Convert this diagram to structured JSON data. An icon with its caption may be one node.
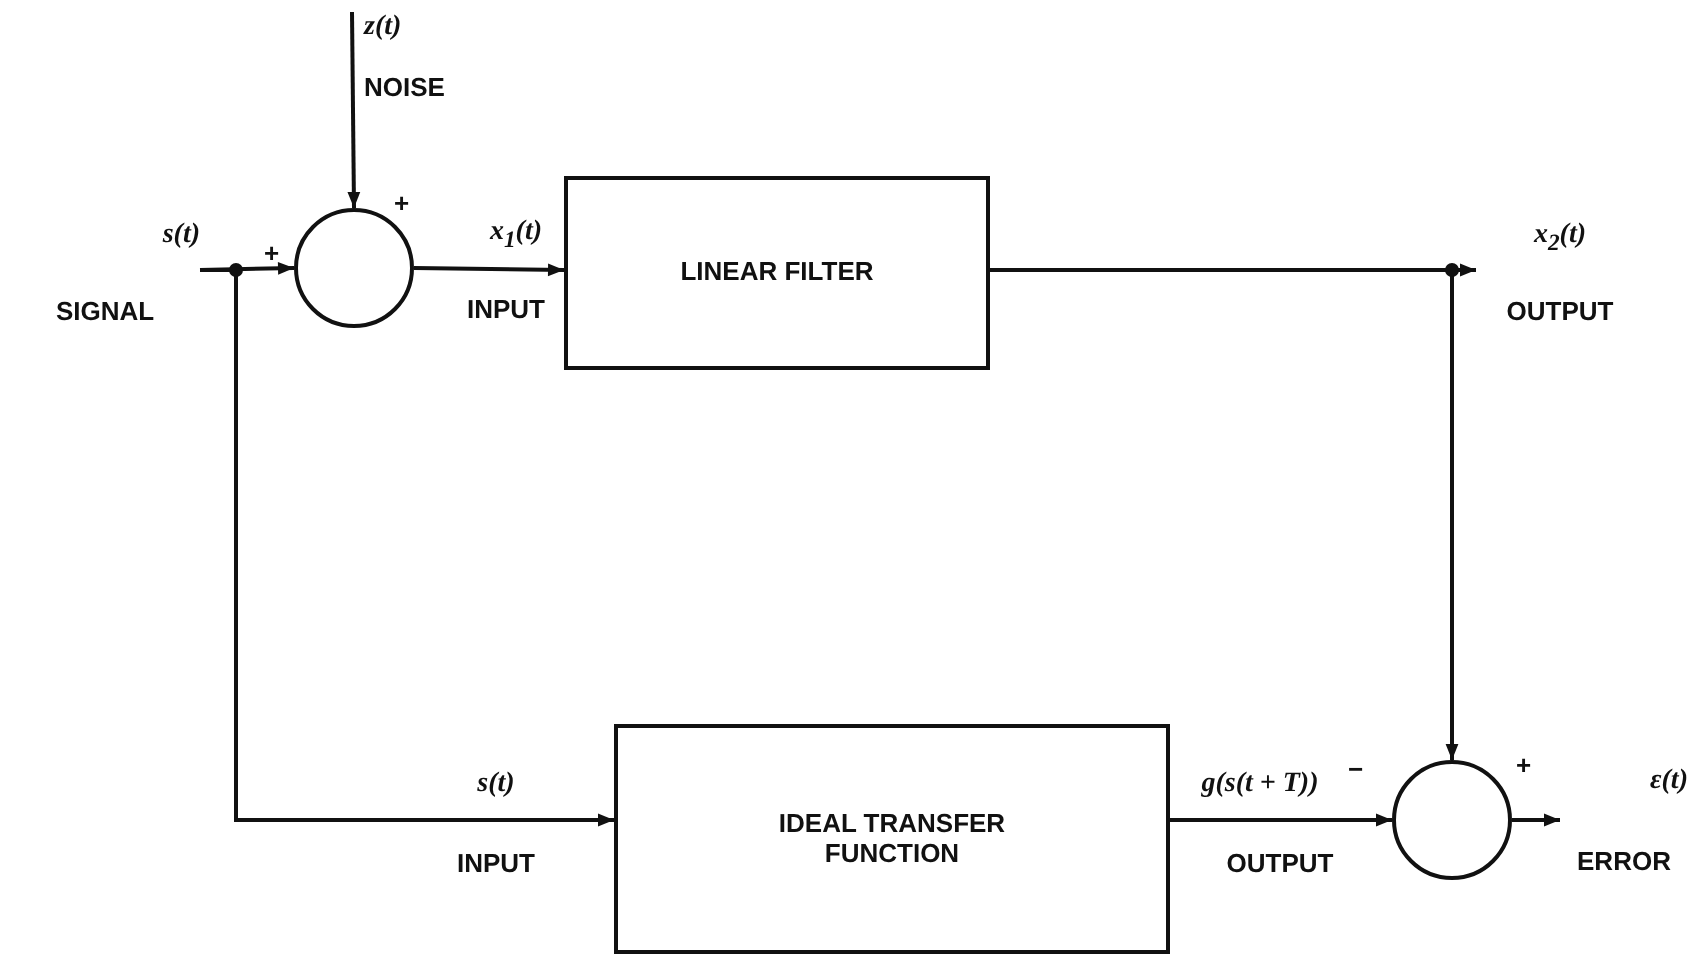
{
  "diagram": {
    "nodes": [
      {
        "text": [
          "z(t)",
          "NOISE"
        ]
      },
      {
        "text": [
          "s(t)",
          "SIGNAL"
        ]
      },
      {
        "text": [],
        "shape": "circle",
        "beside": [
          "+",
          "+"
        ]
      },
      {
        "text": [
          "LINEAR FILTER"
        ]
      },
      {
        "text": [
          "IDEAL TRANSFER FUNCTION"
        ]
      },
      {
        "text": [],
        "shape": "circle",
        "beside": [
          "−",
          "+"
        ]
      },
      {
        "text": [
          "x$_{2}$(t)",
          "OUTPUT"
        ]
      },
      {
        "text": [
          "ε(t)",
          "ERROR"
        ]
      }
    ],
    "edges": [
      {
        "from": 0,
        "to": 2,
        "arrow": "to"
      },
      {
        "from": 1,
        "to": 2,
        "arrow": "to"
      },
      {
        "from": 1,
        "to": 4,
        "arrow": "to"
      },
      {
        "from": 2,
        "to": 3,
        "arrow": "to"
      },
      {
        "from": 3,
        "to": 6,
        "arrow": "to"
      },
      {
        "from": 3,
        "to": 5,
        "arrow": "to"
      },
      {
        "from": 4,
        "to": 5,
        "arrow": "to"
      },
      {
        "from": 5,
        "to": 7,
        "arrow": "to"
      }
    ],
    "labels": [
      "x$_{1}$(t)",
      "INPUT",
      "s(t)",
      "INPUT",
      "g(s(t + T))",
      "OUTPUT"
    ]
  }
}
